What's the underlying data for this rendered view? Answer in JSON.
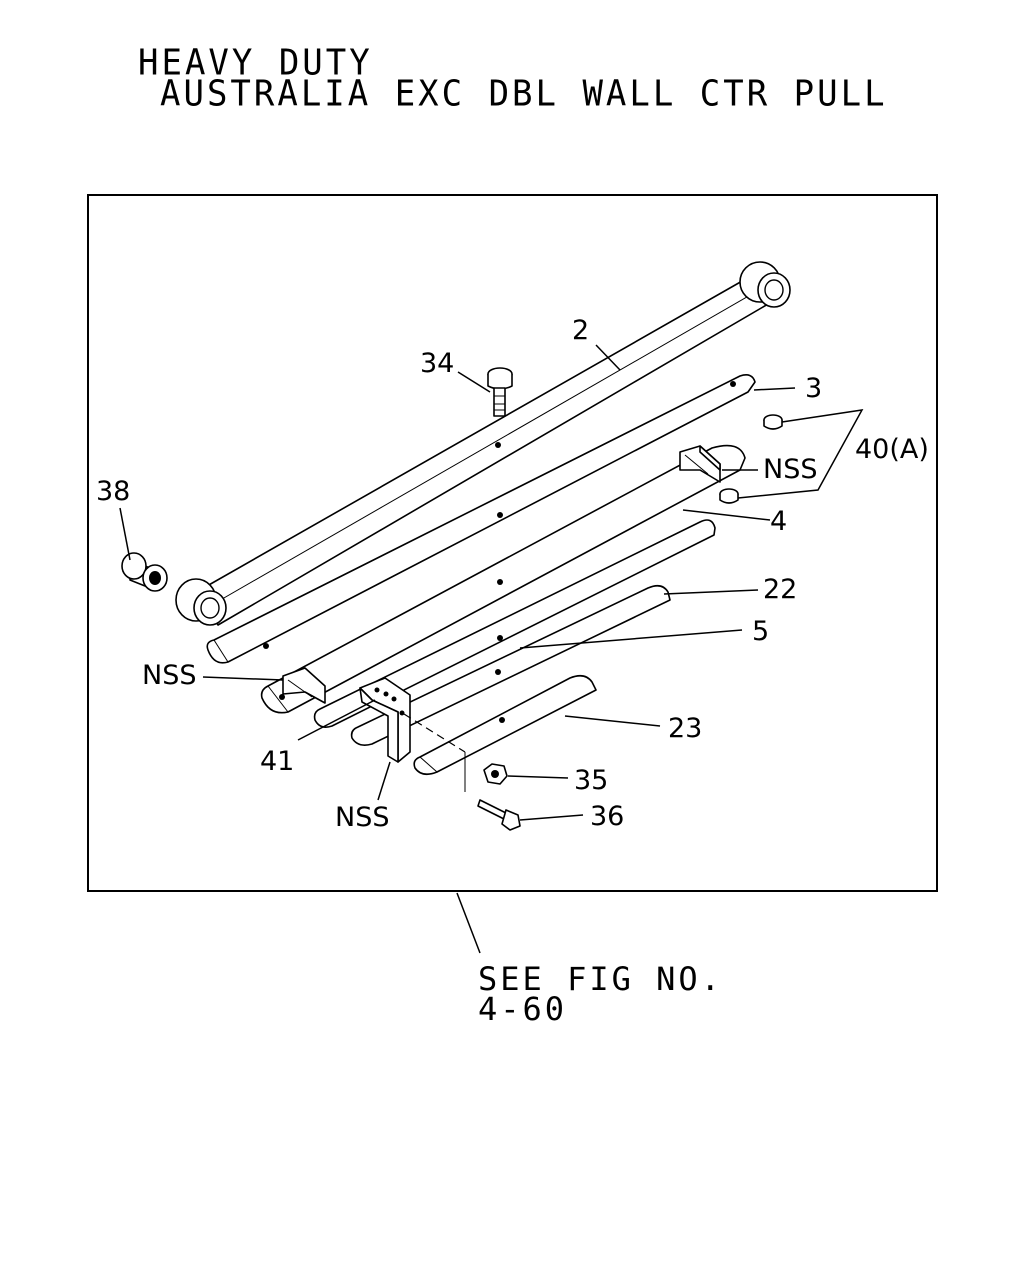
{
  "header": {
    "line1": "HEAVY DUTY",
    "line2": "AUSTRALIA EXC DBL WALL CTR PULL"
  },
  "callouts": {
    "c2": "2",
    "c3": "3",
    "c4": "4",
    "c5": "5",
    "c22": "22",
    "c23": "23",
    "c34": "34",
    "c35": "35",
    "c36": "36",
    "c38": "38",
    "c40": "40(A)",
    "c41": "41",
    "nss_right": "NSS",
    "nss_left": "NSS",
    "nss_bottom": "NSS"
  },
  "reference": {
    "line1": "SEE FIG NO.",
    "line2": "4-60"
  }
}
